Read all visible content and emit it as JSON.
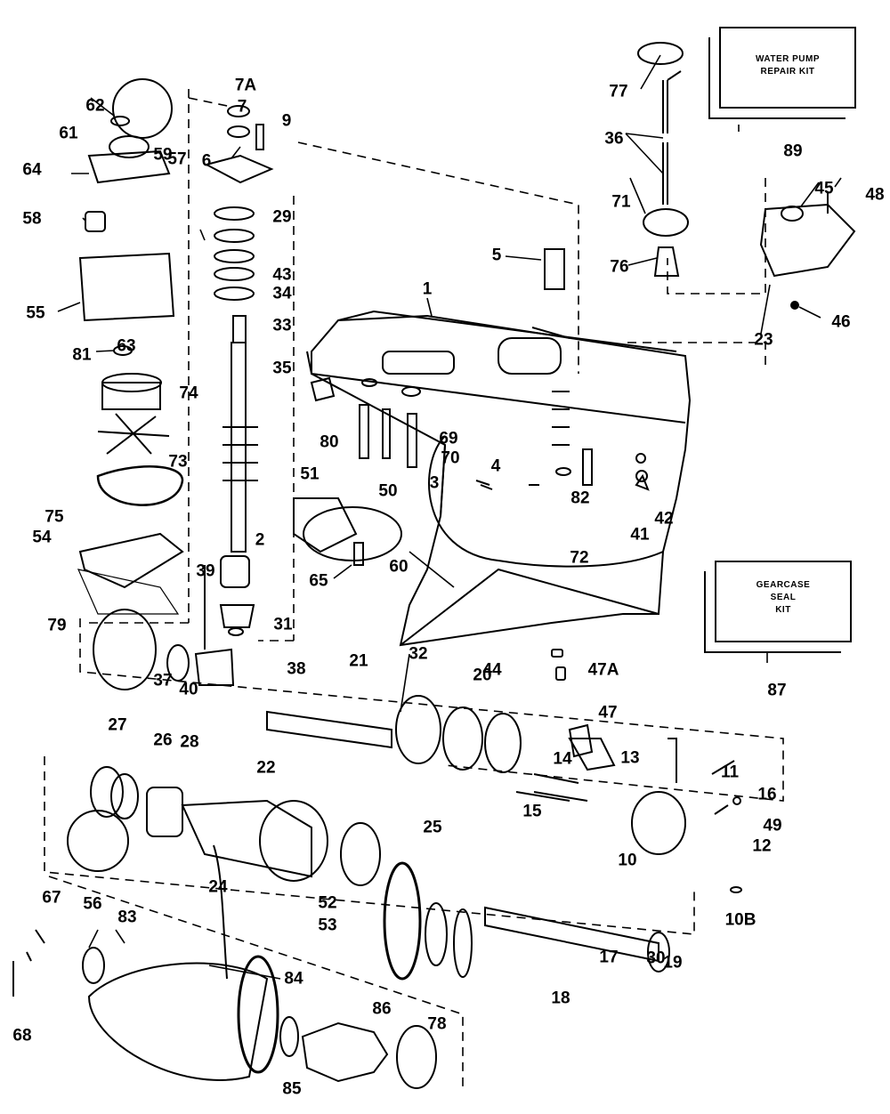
{
  "diagram": {
    "title": "Gearcase exploded parts diagram",
    "kits": [
      {
        "name": "water-pump-repair-kit",
        "text": "WATER PUMP\nREPAIR KIT",
        "line1": "WATER PUMP",
        "line2": "REPAIR KIT",
        "part": "89"
      },
      {
        "name": "gearcase-seal-kit",
        "line1": "GEARCASE",
        "line2": "SEAL",
        "line3": "KIT",
        "part": "87"
      }
    ],
    "callouts": [
      {
        "id": "1"
      },
      {
        "id": "2"
      },
      {
        "id": "3"
      },
      {
        "id": "4"
      },
      {
        "id": "5"
      },
      {
        "id": "6"
      },
      {
        "id": "7"
      },
      {
        "id": "7A"
      },
      {
        "id": "9"
      },
      {
        "id": "10"
      },
      {
        "id": "10B"
      },
      {
        "id": "11"
      },
      {
        "id": "12"
      },
      {
        "id": "13"
      },
      {
        "id": "14"
      },
      {
        "id": "15"
      },
      {
        "id": "16"
      },
      {
        "id": "17"
      },
      {
        "id": "18"
      },
      {
        "id": "19"
      },
      {
        "id": "20"
      },
      {
        "id": "21"
      },
      {
        "id": "22"
      },
      {
        "id": "23"
      },
      {
        "id": "24"
      },
      {
        "id": "25"
      },
      {
        "id": "26"
      },
      {
        "id": "27"
      },
      {
        "id": "28"
      },
      {
        "id": "29"
      },
      {
        "id": "30"
      },
      {
        "id": "31"
      },
      {
        "id": "32"
      },
      {
        "id": "33"
      },
      {
        "id": "34"
      },
      {
        "id": "35"
      },
      {
        "id": "36"
      },
      {
        "id": "37"
      },
      {
        "id": "38"
      },
      {
        "id": "39"
      },
      {
        "id": "40"
      },
      {
        "id": "41"
      },
      {
        "id": "42"
      },
      {
        "id": "43"
      },
      {
        "id": "44"
      },
      {
        "id": "45"
      },
      {
        "id": "46"
      },
      {
        "id": "47"
      },
      {
        "id": "47A"
      },
      {
        "id": "48"
      },
      {
        "id": "49"
      },
      {
        "id": "50"
      },
      {
        "id": "51"
      },
      {
        "id": "52"
      },
      {
        "id": "53"
      },
      {
        "id": "54"
      },
      {
        "id": "55"
      },
      {
        "id": "56"
      },
      {
        "id": "57"
      },
      {
        "id": "58"
      },
      {
        "id": "59"
      },
      {
        "id": "60"
      },
      {
        "id": "61"
      },
      {
        "id": "62"
      },
      {
        "id": "63"
      },
      {
        "id": "64"
      },
      {
        "id": "65"
      },
      {
        "id": "67"
      },
      {
        "id": "68"
      },
      {
        "id": "69"
      },
      {
        "id": "70"
      },
      {
        "id": "71"
      },
      {
        "id": "72"
      },
      {
        "id": "73"
      },
      {
        "id": "74"
      },
      {
        "id": "75"
      },
      {
        "id": "76"
      },
      {
        "id": "77"
      },
      {
        "id": "78"
      },
      {
        "id": "79"
      },
      {
        "id": "80"
      },
      {
        "id": "81"
      },
      {
        "id": "82"
      },
      {
        "id": "83"
      },
      {
        "id": "84"
      },
      {
        "id": "85"
      },
      {
        "id": "86"
      },
      {
        "id": "89"
      },
      {
        "id": "87"
      }
    ]
  }
}
